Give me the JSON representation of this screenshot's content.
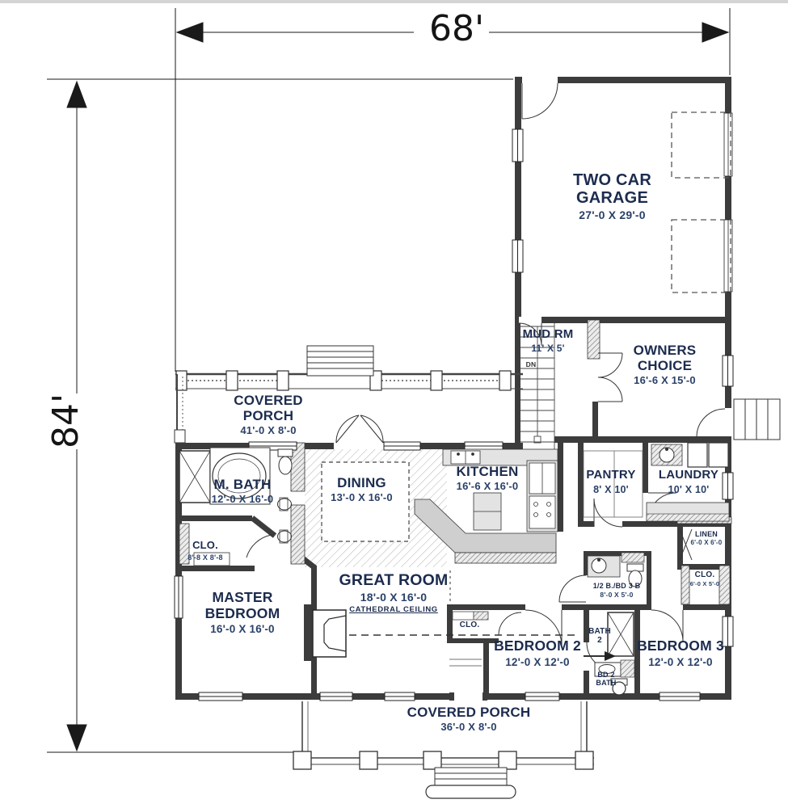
{
  "dimensions": {
    "top": "68'",
    "left": "84'"
  },
  "rooms": {
    "garage": {
      "name": "TWO CAR GARAGE",
      "dims": "27'-0 X 29'-0"
    },
    "mud_rm": {
      "name": "MUD RM",
      "dims": "11' X 5'"
    },
    "owners_choice": {
      "name": "OWNERS CHOICE",
      "dims": "16'-6 X 15'-0"
    },
    "porch_top": {
      "name": "COVERED PORCH",
      "dims": "41'-0 X 8'-0"
    },
    "m_bath": {
      "name": "M. BATH",
      "dims": "12'-0 X 16'-0"
    },
    "dining": {
      "name": "DINING",
      "dims": "13'-0 X 16'-0"
    },
    "kitchen": {
      "name": "KITCHEN",
      "dims": "16'-6 X 16'-0"
    },
    "pantry": {
      "name": "PANTRY",
      "dims": "8' X 10'"
    },
    "laundry": {
      "name": "LAUNDRY",
      "dims": "10' X 10'"
    },
    "linen": {
      "name": "LINEN",
      "dims": "6'-0 X 6'-0"
    },
    "master_clo": {
      "name": "CLO.",
      "dims": "8'-8 X 8'-8"
    },
    "master_bedroom": {
      "name": "MASTER BEDROOM",
      "dims": "16'-0 X 16'-0"
    },
    "great_room": {
      "name": "GREAT ROOM",
      "dims": "18'-0 X 16'-0",
      "note": "CATHEDRAL CEILING"
    },
    "half_bath": {
      "name": "1/2 B./BD 3 B",
      "dims": "8'-0 X 5'-0"
    },
    "clo_bd3": {
      "name": "CLO.",
      "dims": "6'-0 X 5'-0"
    },
    "bedroom2": {
      "name": "BEDROOM 2",
      "dims": "12'-0 X 12'-0"
    },
    "clo_bd2": {
      "name": "CLO."
    },
    "bath2": {
      "name": "BATH 2"
    },
    "bd2_bath": {
      "name": "BD 2 BATH"
    },
    "bedroom3": {
      "name": "BEDROOM 3",
      "dims": "12'-0 X 12'-0"
    },
    "porch_bottom": {
      "name": "COVERED PORCH",
      "dims": "36'-0 X 8'-0"
    },
    "stairs": {
      "label": "DN"
    }
  },
  "colors": {
    "wall": "#3c3c3c",
    "room_name_text": "#1c2c4e",
    "dimension_text": "#2a4168",
    "counter_fill": "#e3e3e3"
  }
}
